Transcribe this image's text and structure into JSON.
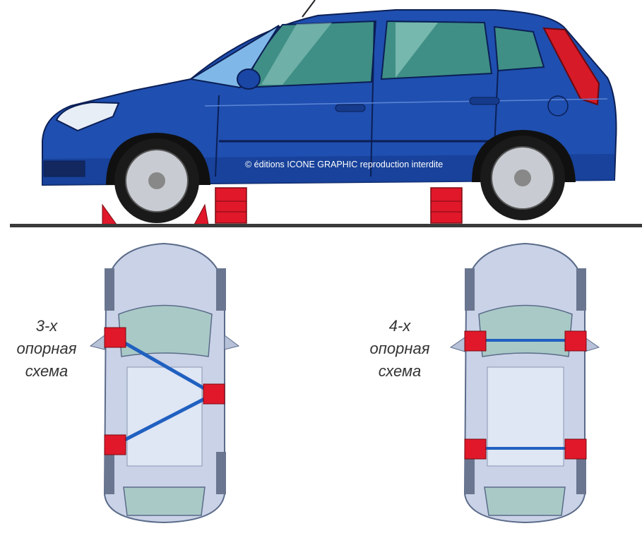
{
  "copyright": "© éditions ICONE GRAPHIC reproduction interdite",
  "schemes": [
    {
      "line1": "3-х",
      "line2": "опорная",
      "line3": "схема",
      "support_points": 3
    },
    {
      "line1": "4-х",
      "line2": "опорная",
      "line3": "схема",
      "support_points": 4
    }
  ],
  "colors": {
    "car_body": "#1f4fb0",
    "car_dark": "#0f2f7a",
    "glass": "#3f8f86",
    "support": "#e0182a",
    "connector": "#2060c0",
    "top_view_body": "#c9d2e6",
    "ground": "#3a3a3a"
  }
}
